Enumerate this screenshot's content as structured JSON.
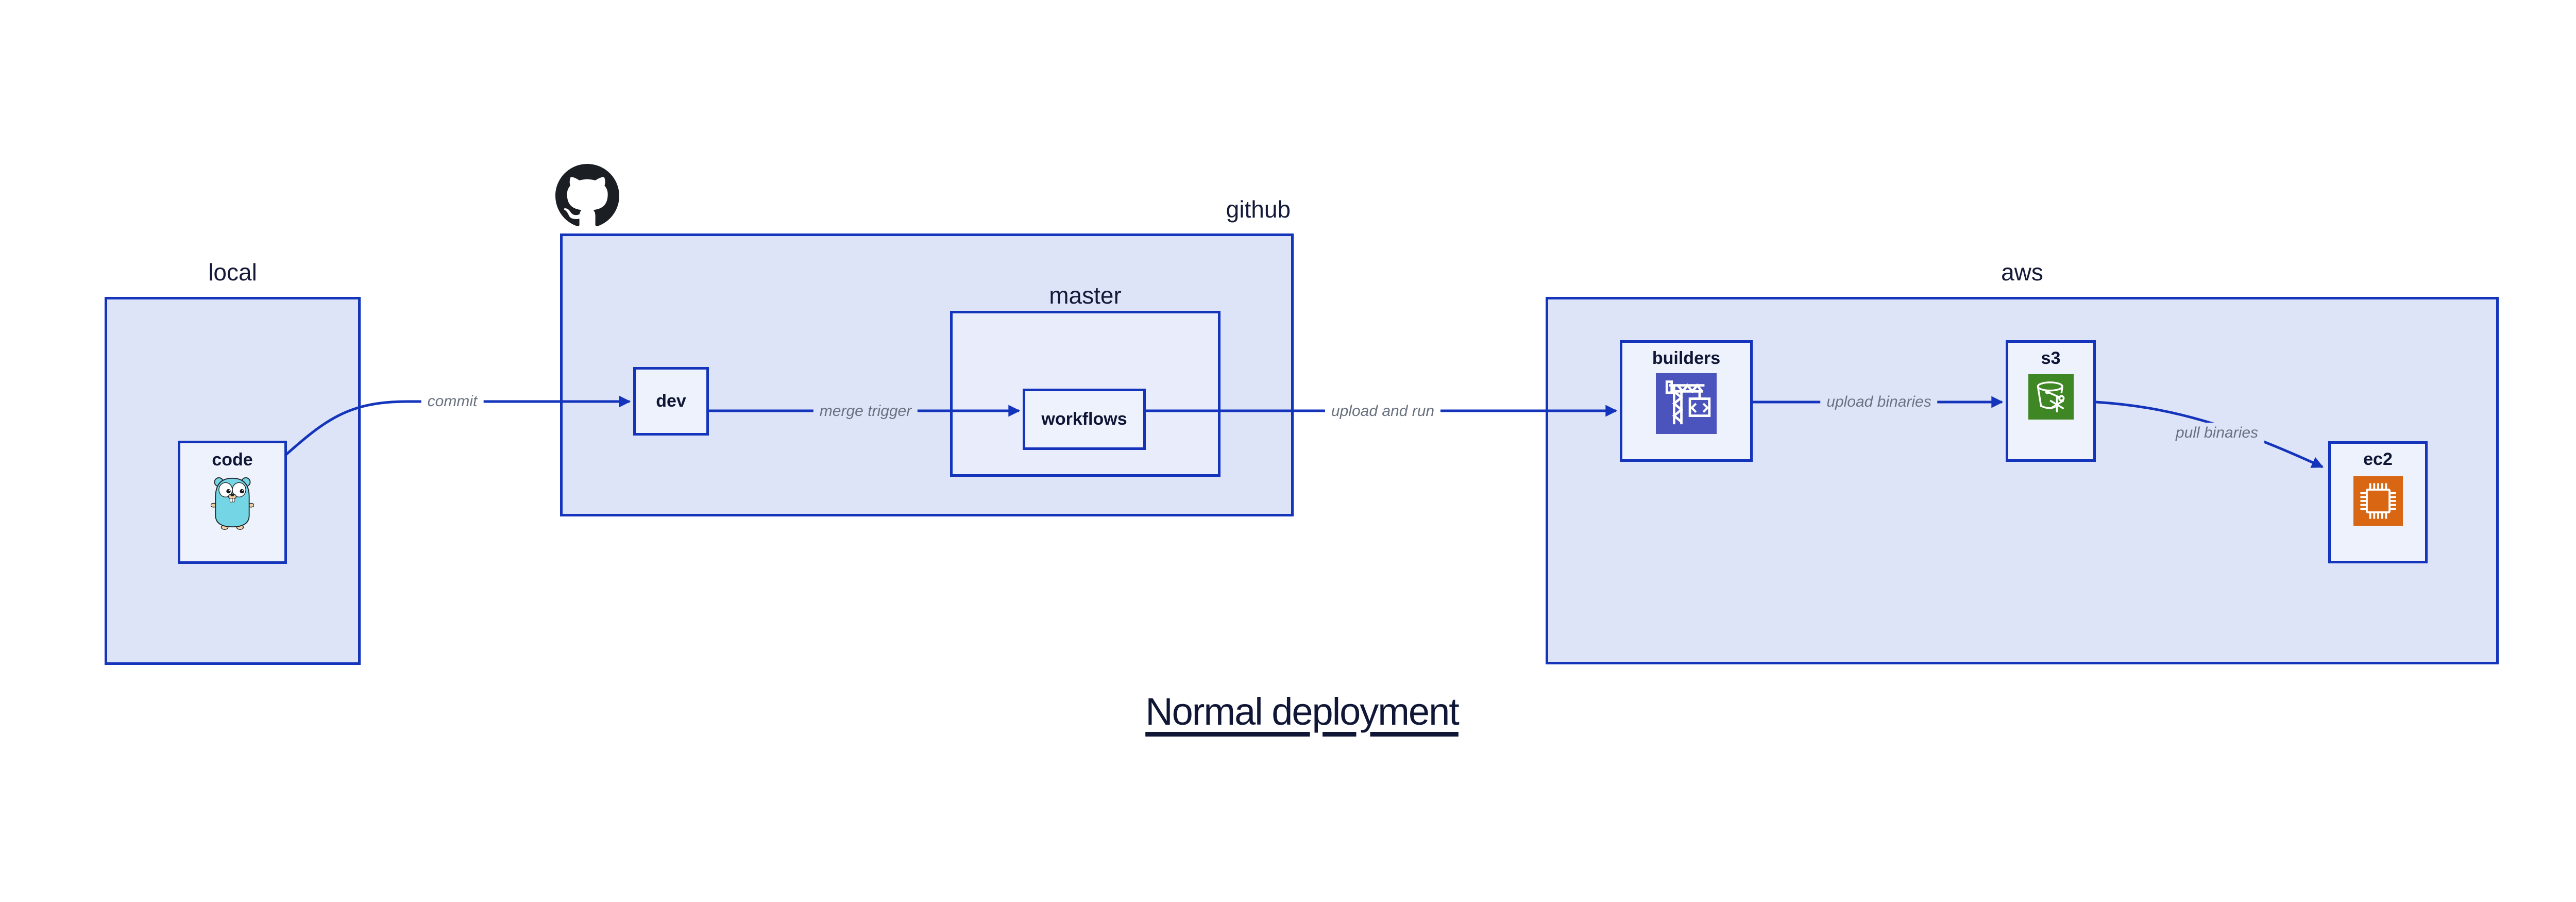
{
  "title": {
    "text": "Normal deployment"
  },
  "groups": {
    "local": {
      "label": "local"
    },
    "github": {
      "label": "github"
    },
    "master": {
      "label": "master"
    },
    "aws": {
      "label": "aws"
    }
  },
  "nodes": {
    "code": {
      "label": "code",
      "icon": "go-gopher-icon"
    },
    "dev": {
      "label": "dev"
    },
    "workflows": {
      "label": "workflows"
    },
    "builders": {
      "label": "builders",
      "icon": "aws-codebuild-icon"
    },
    "s3": {
      "label": "s3",
      "icon": "aws-s3-glacier-icon"
    },
    "ec2": {
      "label": "ec2",
      "icon": "aws-ec2-icon"
    }
  },
  "edges": [
    {
      "label": "commit"
    },
    {
      "label": "merge trigger"
    },
    {
      "label": "upload and run"
    },
    {
      "label": "upload binaries"
    },
    {
      "label": "pull binaries"
    }
  ],
  "icons": [
    "github-octocat-icon"
  ],
  "colors": {
    "stroke_blue": "#1334bb",
    "container_fill": "#dee4f8",
    "master_fill": "#e9edfb",
    "node_fill": "#eef2fc",
    "text_dark": "#0f1535",
    "edge_label_gray": "#6a7280",
    "codebuild_indigo": "#4b53bc",
    "s3_green": "#3f8624",
    "ec2_orange": "#d86613",
    "octocat_black": "#1b1f23",
    "gopher_teal": "#74d6e4"
  }
}
